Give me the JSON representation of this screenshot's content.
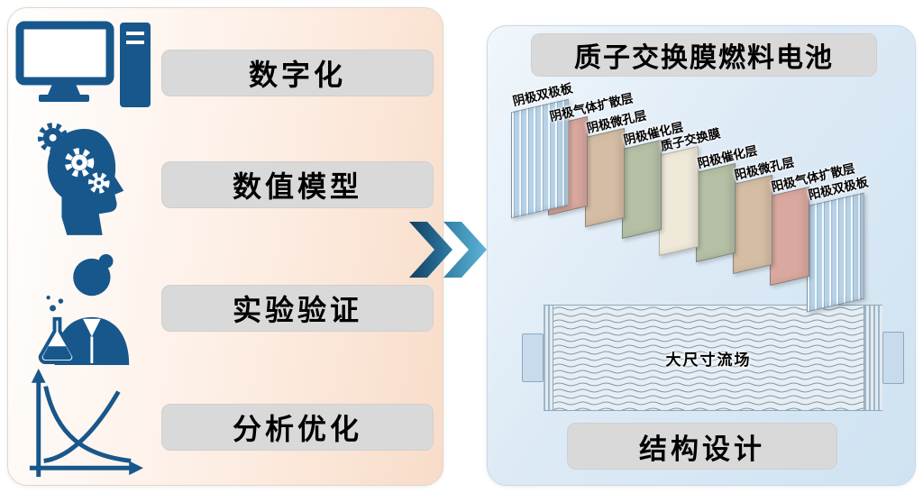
{
  "left_panel": {
    "items": [
      {
        "icon": "computer-icon",
        "label": "数字化"
      },
      {
        "icon": "head-gears-icon",
        "label": "数值模型"
      },
      {
        "icon": "scientist-icon",
        "label": "实验验证"
      },
      {
        "icon": "analysis-chart-icon",
        "label": "分析优化"
      }
    ]
  },
  "connector": {
    "icon": "double-chevron-icon",
    "direction": "right"
  },
  "right_panel": {
    "title": "质子交换膜燃料电池",
    "stack_layers": [
      {
        "label": "阴极双极板",
        "kind": "bipolar-plate",
        "color": "#b5d2e8"
      },
      {
        "label": "阴极气体扩散层",
        "kind": "gas-diffusion-layer",
        "color": "#d9a89e"
      },
      {
        "label": "阴极微孔层",
        "kind": "microporous-layer",
        "color": "#d4bda4"
      },
      {
        "label": "阴极催化层",
        "kind": "catalyst-layer",
        "color": "#b4bfa5"
      },
      {
        "label": "质子交换膜",
        "kind": "membrane",
        "color": "#efe9da"
      },
      {
        "label": "阳极催化层",
        "kind": "catalyst-layer",
        "color": "#b4bfa5"
      },
      {
        "label": "阳极微孔层",
        "kind": "microporous-layer",
        "color": "#d4bda4"
      },
      {
        "label": "阳极气体扩散层",
        "kind": "gas-diffusion-layer",
        "color": "#d9a89e"
      },
      {
        "label": "阳极双极板",
        "kind": "bipolar-plate",
        "color": "#b5d2e8"
      }
    ],
    "flow_field": {
      "label": "大尺寸流场"
    },
    "bottom_badge": "结构设计"
  },
  "colors": {
    "icon_blue": "#17578c",
    "badge_gray": "#d9d9d9",
    "left_panel_tint": "#f8dcc8",
    "right_panel_tint": "#cfe3f2",
    "chevron_dark": "#123f63",
    "chevron_light": "#5fb3d4"
  }
}
